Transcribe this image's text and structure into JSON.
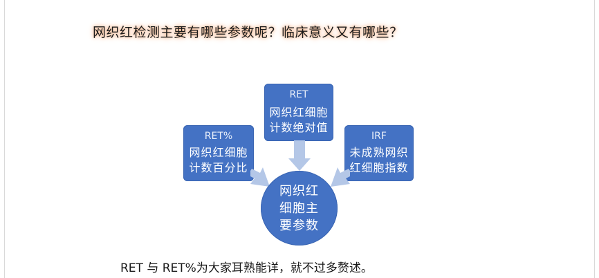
{
  "document": {
    "heading": "网织红检测主要有哪些参数呢？临床意义又有哪些？",
    "footer_text": "RET 与 RET%为大家耳熟能详，就不过多赘述。"
  },
  "diagram": {
    "boxes": [
      {
        "title": "RET",
        "text": "网织红细胞计数绝对值"
      },
      {
        "title": "RET%",
        "text": "网织红细胞计数百分比"
      },
      {
        "title": "IRF",
        "text": "未成熟网织红细胞指数"
      }
    ],
    "center": {
      "text": "网织红细胞主要参数"
    }
  },
  "colors": {
    "box_fill": "#4472c4",
    "arrow_fill": "#b4c7e7",
    "heading_glow": "#f4b183"
  }
}
